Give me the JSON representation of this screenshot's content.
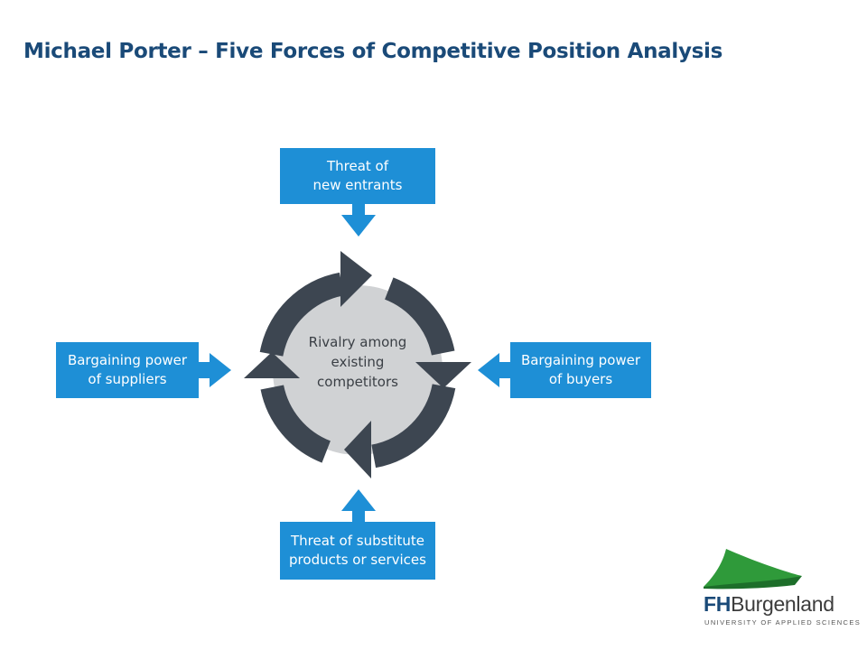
{
  "title": "Michael Porter – Five Forces of Competitive Position Analysis",
  "diagram": {
    "top": "Threat of\nnew entrants",
    "left": "Bargaining power\nof suppliers",
    "right": "Bargaining power\nof buyers",
    "bottom": "Threat of substitute\nproducts or services",
    "center": "Rivalry among\nexisting\ncompetitors"
  },
  "logo": {
    "name_bold": "FH",
    "name_rest": "Burgenland",
    "tagline": "UNIVERSITY OF APPLIED SCIENCES"
  },
  "colors": {
    "box_blue": "#1e8fd6",
    "ring_dark": "#3d4651",
    "center_gray": "#d0d2d4",
    "title_blue": "#1a4a78",
    "logo_green": "#2f9a3a"
  }
}
